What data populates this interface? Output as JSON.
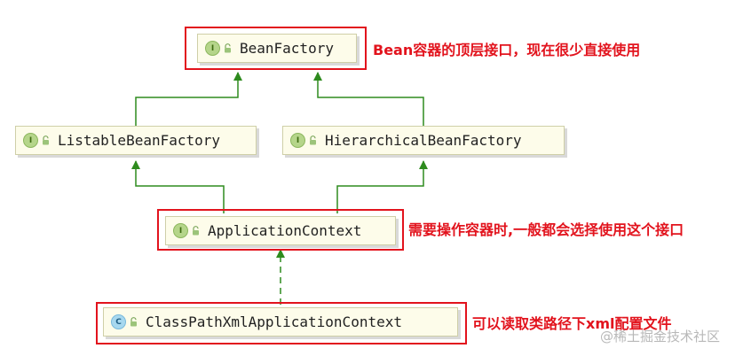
{
  "nodes": {
    "bean_factory": {
      "label": "BeanFactory",
      "badge": "I"
    },
    "listable": {
      "label": "ListableBeanFactory",
      "badge": "I"
    },
    "hierarchical": {
      "label": "HierarchicalBeanFactory",
      "badge": "I"
    },
    "app_context": {
      "label": "ApplicationContext",
      "badge": "I"
    },
    "classpath": {
      "label": "ClassPathXmlApplicationContext",
      "badge": "C"
    }
  },
  "annotations": {
    "bean_factory": "Bean容器的顶层接口，现在很少直接使用",
    "app_context": "需要操作容器时,一般都会选择使用这个接口",
    "classpath": "可以读取类路径下xml配置文件"
  },
  "watermark": "@稀土掘金技术社区",
  "colors": {
    "arrow": "#2e8b1e",
    "highlight": "#e2131d",
    "node_fill": "#fdfcea"
  }
}
